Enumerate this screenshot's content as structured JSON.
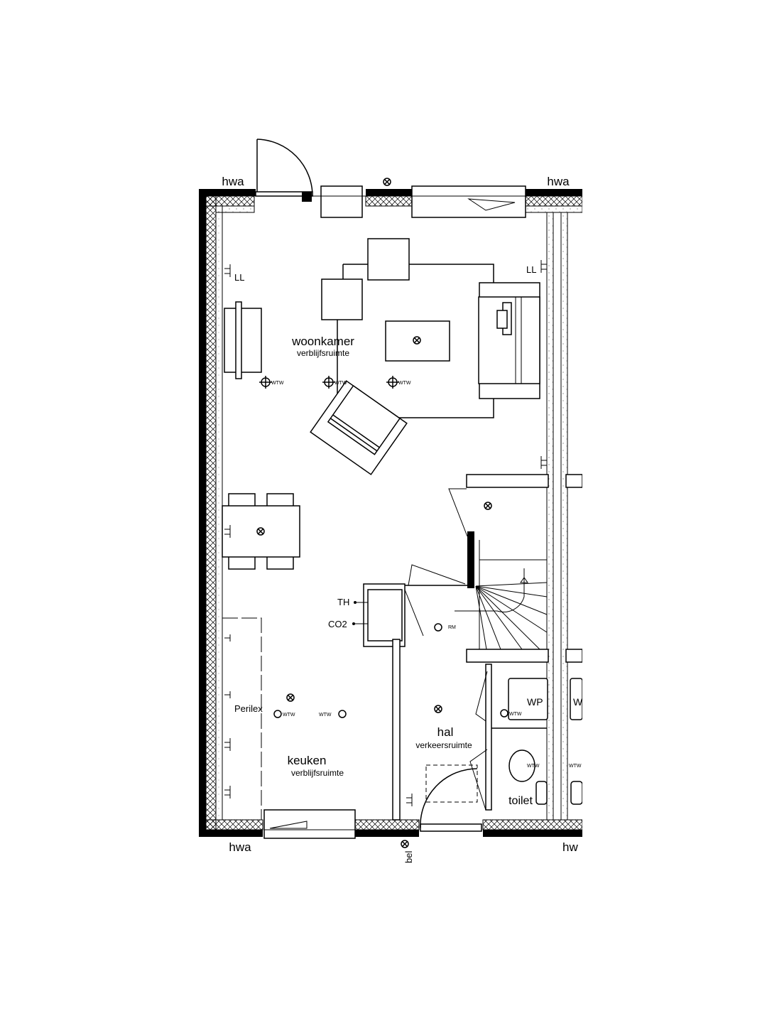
{
  "plan": {
    "rooms": {
      "woonkamer": {
        "name": "woonkamer",
        "function": "verblijfsruimte"
      },
      "keuken": {
        "name": "keuken",
        "function": "verblijfsruimte"
      },
      "hal": {
        "name": "hal",
        "function": "verkeersruimte"
      },
      "toilet": {
        "name": "toilet"
      }
    },
    "labels": {
      "hwa": "hwa",
      "hwa_clipped": "hw",
      "ll": "LL",
      "wtw": "WTW",
      "th": "TH",
      "co2": "CO2",
      "rm": "RM",
      "perilex": "Perilex",
      "wp": "WP",
      "wp_clipped": "W",
      "bel": "bel"
    }
  }
}
